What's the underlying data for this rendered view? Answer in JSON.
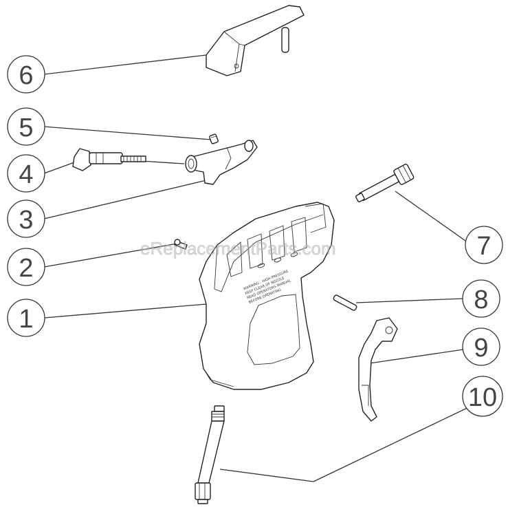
{
  "callouts": [
    {
      "id": "6",
      "label": "6"
    },
    {
      "id": "5",
      "label": "5"
    },
    {
      "id": "4",
      "label": "4"
    },
    {
      "id": "3",
      "label": "3"
    },
    {
      "id": "2",
      "label": "2"
    },
    {
      "id": "1",
      "label": "1"
    },
    {
      "id": "7",
      "label": "7"
    },
    {
      "id": "8",
      "label": "8"
    },
    {
      "id": "9",
      "label": "9"
    },
    {
      "id": "10",
      "label": "10"
    }
  ],
  "watermark": "eReplacementParts.com"
}
